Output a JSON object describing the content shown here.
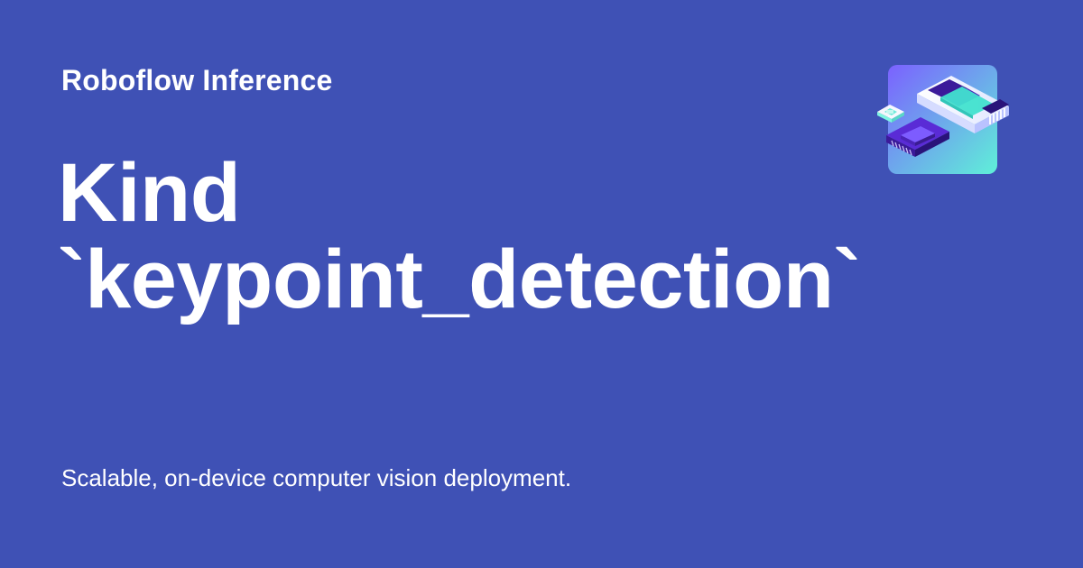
{
  "brand": {
    "name": "Roboflow Inference"
  },
  "title": {
    "line1": "Kind",
    "line2": "`keypoint_detection`"
  },
  "tagline": "Scalable, on-device computer vision deployment.",
  "logo": {
    "icon": "inference-hardware-illustration"
  },
  "colors": {
    "background": "#3f51b5",
    "text": "#ffffff",
    "logo_gradient_start": "#7b61ff",
    "logo_gradient_end": "#5ff0d8"
  }
}
